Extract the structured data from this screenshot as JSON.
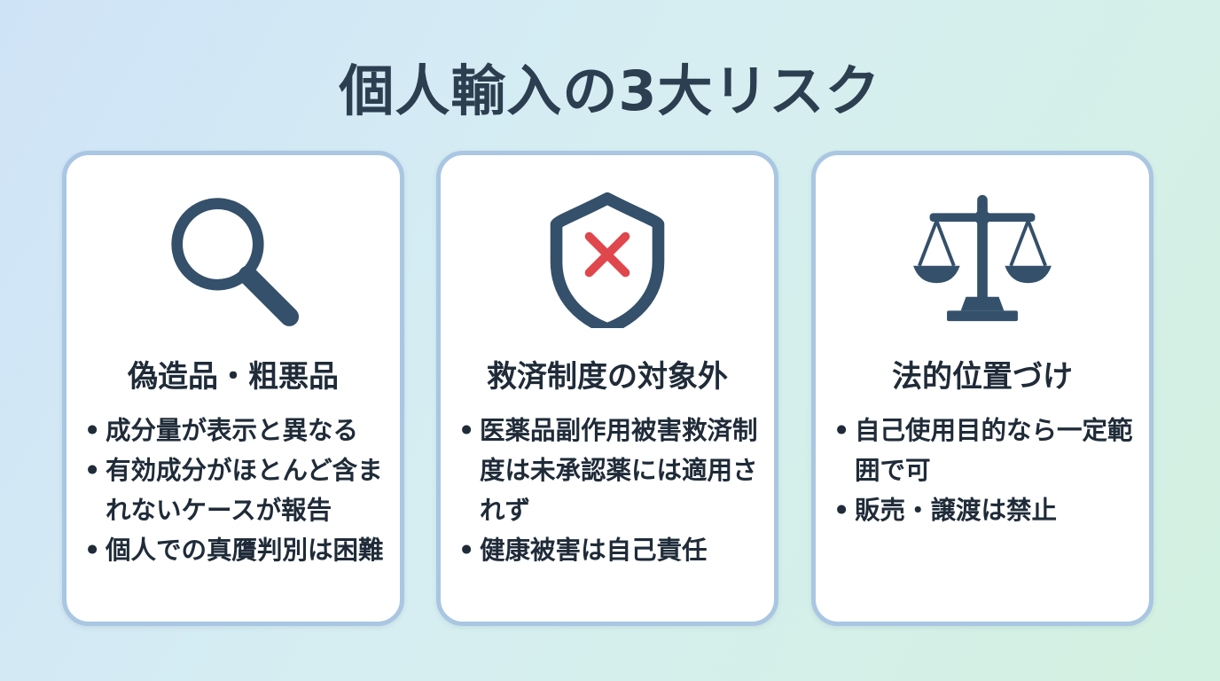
{
  "title": "個人輸入の3大リスク",
  "cards": [
    {
      "icon": "magnifying-glass-icon",
      "title": "偽造品・粗悪品",
      "bullets": [
        "成分量が表示と異なる",
        "有効成分がほとんど含まれないケースが報告",
        "個人での真贋判別は困難"
      ]
    },
    {
      "icon": "shield-x-icon",
      "title": "救済制度の対象外",
      "bullets": [
        "医薬品副作用被害救済制度は未承認薬には適用されず",
        "健康被害は自己責任"
      ]
    },
    {
      "icon": "scales-icon",
      "title": "法的位置づけ",
      "bullets": [
        "自己使用目的なら一定範囲で可",
        "販売・譲渡は禁止"
      ]
    }
  ],
  "colors": {
    "icon": "#34506a",
    "accent_x": "#e0474c",
    "card_border": "#a9c6e2",
    "text": "#1f2b38"
  }
}
